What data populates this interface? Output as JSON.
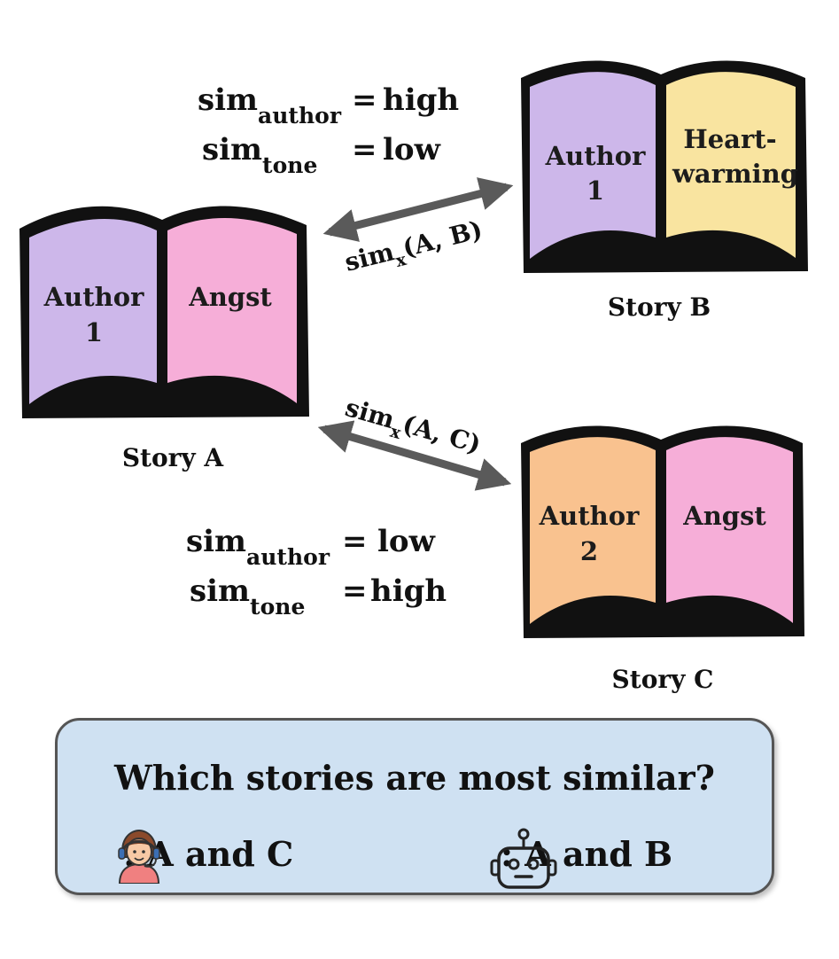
{
  "stories": {
    "a": {
      "left": "Author 1",
      "right": "Angst",
      "label": "Story A",
      "left_color": "#cdb7ea",
      "right_color": "#f6aed8"
    },
    "b": {
      "left": "Author 1",
      "right": "Heart-warming",
      "label": "Story B",
      "left_color": "#cdb7ea",
      "right_color": "#f9e4a0"
    },
    "c": {
      "left": "Author 2",
      "right": "Angst",
      "label": "Story C",
      "left_color": "#f9c28f",
      "right_color": "#f6aed8"
    }
  },
  "book_text": {
    "a_left_1": "Author",
    "a_left_2": "1",
    "a_right": "Angst",
    "b_left_1": "Author",
    "b_left_2": "1",
    "b_right_1": "Heart-",
    "b_right_2": "warming",
    "c_left_1": "Author",
    "c_left_2": "2",
    "c_right": "Angst"
  },
  "sim_ab": {
    "author_key": "sim",
    "author_sub": "author",
    "author_eq": "=",
    "author_val": "high",
    "tone_key": "sim",
    "tone_sub": "tone",
    "tone_eq": "=",
    "tone_val": "low"
  },
  "sim_ac": {
    "author_key": "sim",
    "author_sub": "author",
    "author_eq": "=",
    "author_val": "low",
    "tone_key": "sim",
    "tone_sub": "tone",
    "tone_eq": "=",
    "tone_val": "high"
  },
  "arrows": {
    "ab": {
      "base": "sim",
      "sub": "x",
      "args": "(A, B)"
    },
    "ac": {
      "base": "sim",
      "sub": "x",
      "args": "(A, C)"
    }
  },
  "colors": {
    "high": "#3e8a2f",
    "low": "#e01b1b",
    "arrow": "#5a5a5a",
    "box": "#cfe1f2"
  },
  "question": {
    "text": "Which stories are most similar?",
    "human_icon": "human-agent-icon",
    "human_answer": ":  A and C",
    "robot_icon": "robot-icon",
    "robot_answer": ":  A and B"
  }
}
